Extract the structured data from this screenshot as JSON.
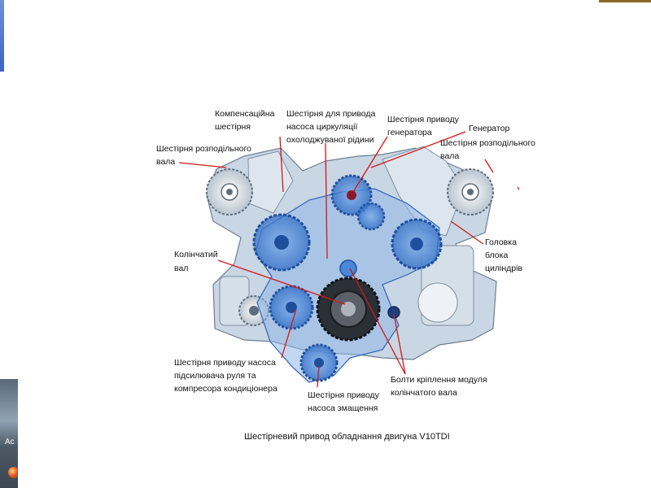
{
  "labels": {
    "compensating_gear": [
      "Компенсаційна",
      "шестірня"
    ],
    "coolant_pump_gear": [
      "Шестірня для привода",
      "насоса циркуляції",
      "охолоджуваної рідини"
    ],
    "alternator_gear": [
      "Шестірня приводу",
      "генератора"
    ],
    "alternator": [
      "Генератор"
    ],
    "camshaft_gear_right": [
      "Шестірня розподільного",
      "вала"
    ],
    "camshaft_gear_left": [
      "Шестірня розподільного",
      "вала"
    ],
    "crankshaft": [
      "Колінчатий",
      "вал"
    ],
    "cylinder_head": [
      "Головка",
      "блока",
      "циліндрів"
    ],
    "power_steering_gear": [
      "Шестірня приводу насоса",
      "підсилювача руля та",
      "компресора кондиціонера"
    ],
    "crank_module_bolts": [
      "Болти кріплення модуля",
      "колінчатого вала"
    ],
    "oil_pump_gear": [
      "Шестірня приводу",
      "насоса змащення"
    ]
  },
  "caption": "Шестірневий привод обладнання двигуна V10TDI",
  "desktop_tile_text": "Ac",
  "colors": {
    "leader": "#d01818",
    "gear_highlight": "#3a78d0",
    "engine_body": "#c9d6e3",
    "engine_outline": "#6d7f92"
  }
}
